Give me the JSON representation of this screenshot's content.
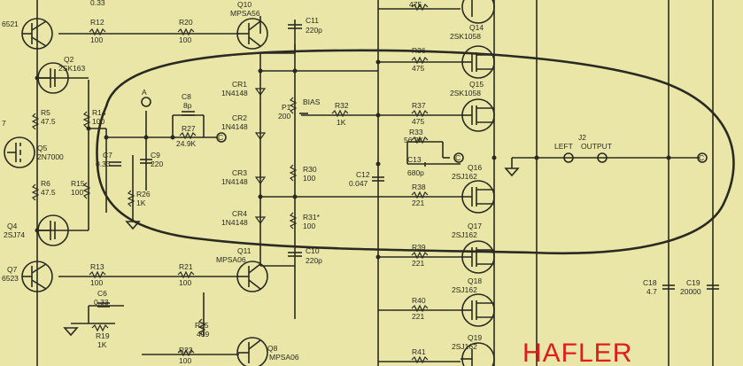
{
  "colors": {
    "paper": "#e9e6a8",
    "ink": "#2a2a22",
    "annotation_red": "#e01c1c"
  },
  "annotation": {
    "handwritten_text": "HAFLER"
  },
  "transistors": {
    "q1": [
      "6521"
    ],
    "q10": [
      "Q10",
      "MPSA56"
    ],
    "q2": [
      "Q2",
      "2SK163"
    ],
    "q5": [
      "Q5",
      "2N7000"
    ],
    "q4": [
      "Q4",
      "2SJ74"
    ],
    "q7": [
      "Q7",
      "6523"
    ],
    "q11": [
      "Q11",
      "MPSA06"
    ],
    "q8": [
      "Q8",
      "MPSA06"
    ],
    "q14": [
      "Q14",
      "2SK1058"
    ],
    "q15": [
      "Q15",
      "2SK1058"
    ],
    "q16": [
      "Q16",
      "2SJ162"
    ],
    "q17": [
      "Q17",
      "2SJ162"
    ],
    "q18": [
      "Q18",
      "2SJ162"
    ],
    "q19": [
      "Q19",
      "2SJ162"
    ]
  },
  "resistors": {
    "r12": [
      "R12",
      "100"
    ],
    "r20": [
      "R20",
      "100"
    ],
    "r5": [
      "R5",
      "47.5"
    ],
    "r14": [
      "R14",
      "100"
    ],
    "r6": [
      "R6",
      "47.5"
    ],
    "r15": [
      "R15",
      "100"
    ],
    "r13": [
      "R13",
      "100"
    ],
    "r21": [
      "R21",
      "100"
    ],
    "r19": [
      "R19",
      "1K"
    ],
    "r25": [
      "R25",
      "499"
    ],
    "r23": [
      "R23",
      "100"
    ],
    "r27": [
      "R27",
      "24.9K"
    ],
    "r26": [
      "R26",
      "1K"
    ],
    "r30": [
      "R30",
      "100"
    ],
    "r31": [
      "R31*",
      "100"
    ],
    "r32": [
      "R32",
      "1K"
    ],
    "r33": [
      "R33",
      "56.2K"
    ],
    "r35": [
      "475"
    ],
    "r36": [
      "R36",
      "475"
    ],
    "r37": [
      "R37",
      "475"
    ],
    "r38": [
      "R38",
      "221"
    ],
    "r39": [
      "R39",
      "221"
    ],
    "r40": [
      "R40",
      "221"
    ],
    "r41": [
      "R41"
    ]
  },
  "capacitors": {
    "c8": [
      "C8",
      "8p"
    ],
    "c7": [
      "C7",
      "0.33"
    ],
    "c9": [
      "C9",
      "220"
    ],
    "c11": [
      "C11",
      "220p"
    ],
    "c10": [
      "C10",
      "220p"
    ],
    "c6": [
      "C6",
      "0.33"
    ],
    "c12": [
      "C12",
      "0.047"
    ],
    "c13": [
      "C13",
      "680p"
    ],
    "c18": [
      "C18",
      "4.7"
    ],
    "c19": [
      "C19",
      "20000"
    ],
    "c_top": [
      "0.33"
    ]
  },
  "diodes": {
    "cr1": [
      "CR1",
      "1N4148"
    ],
    "cr2": [
      "CR2",
      "1N4148"
    ],
    "cr3": [
      "CR3",
      "1N4148"
    ],
    "cr4": [
      "CR4",
      "1N4148"
    ]
  },
  "pot_p1": [
    "P1",
    "200",
    "BIAS"
  ],
  "jack_j2": [
    "J2",
    "LEFT",
    "OUTPUT"
  ],
  "node_a": "A",
  "connector_c": "C",
  "edge_fragment": "7"
}
